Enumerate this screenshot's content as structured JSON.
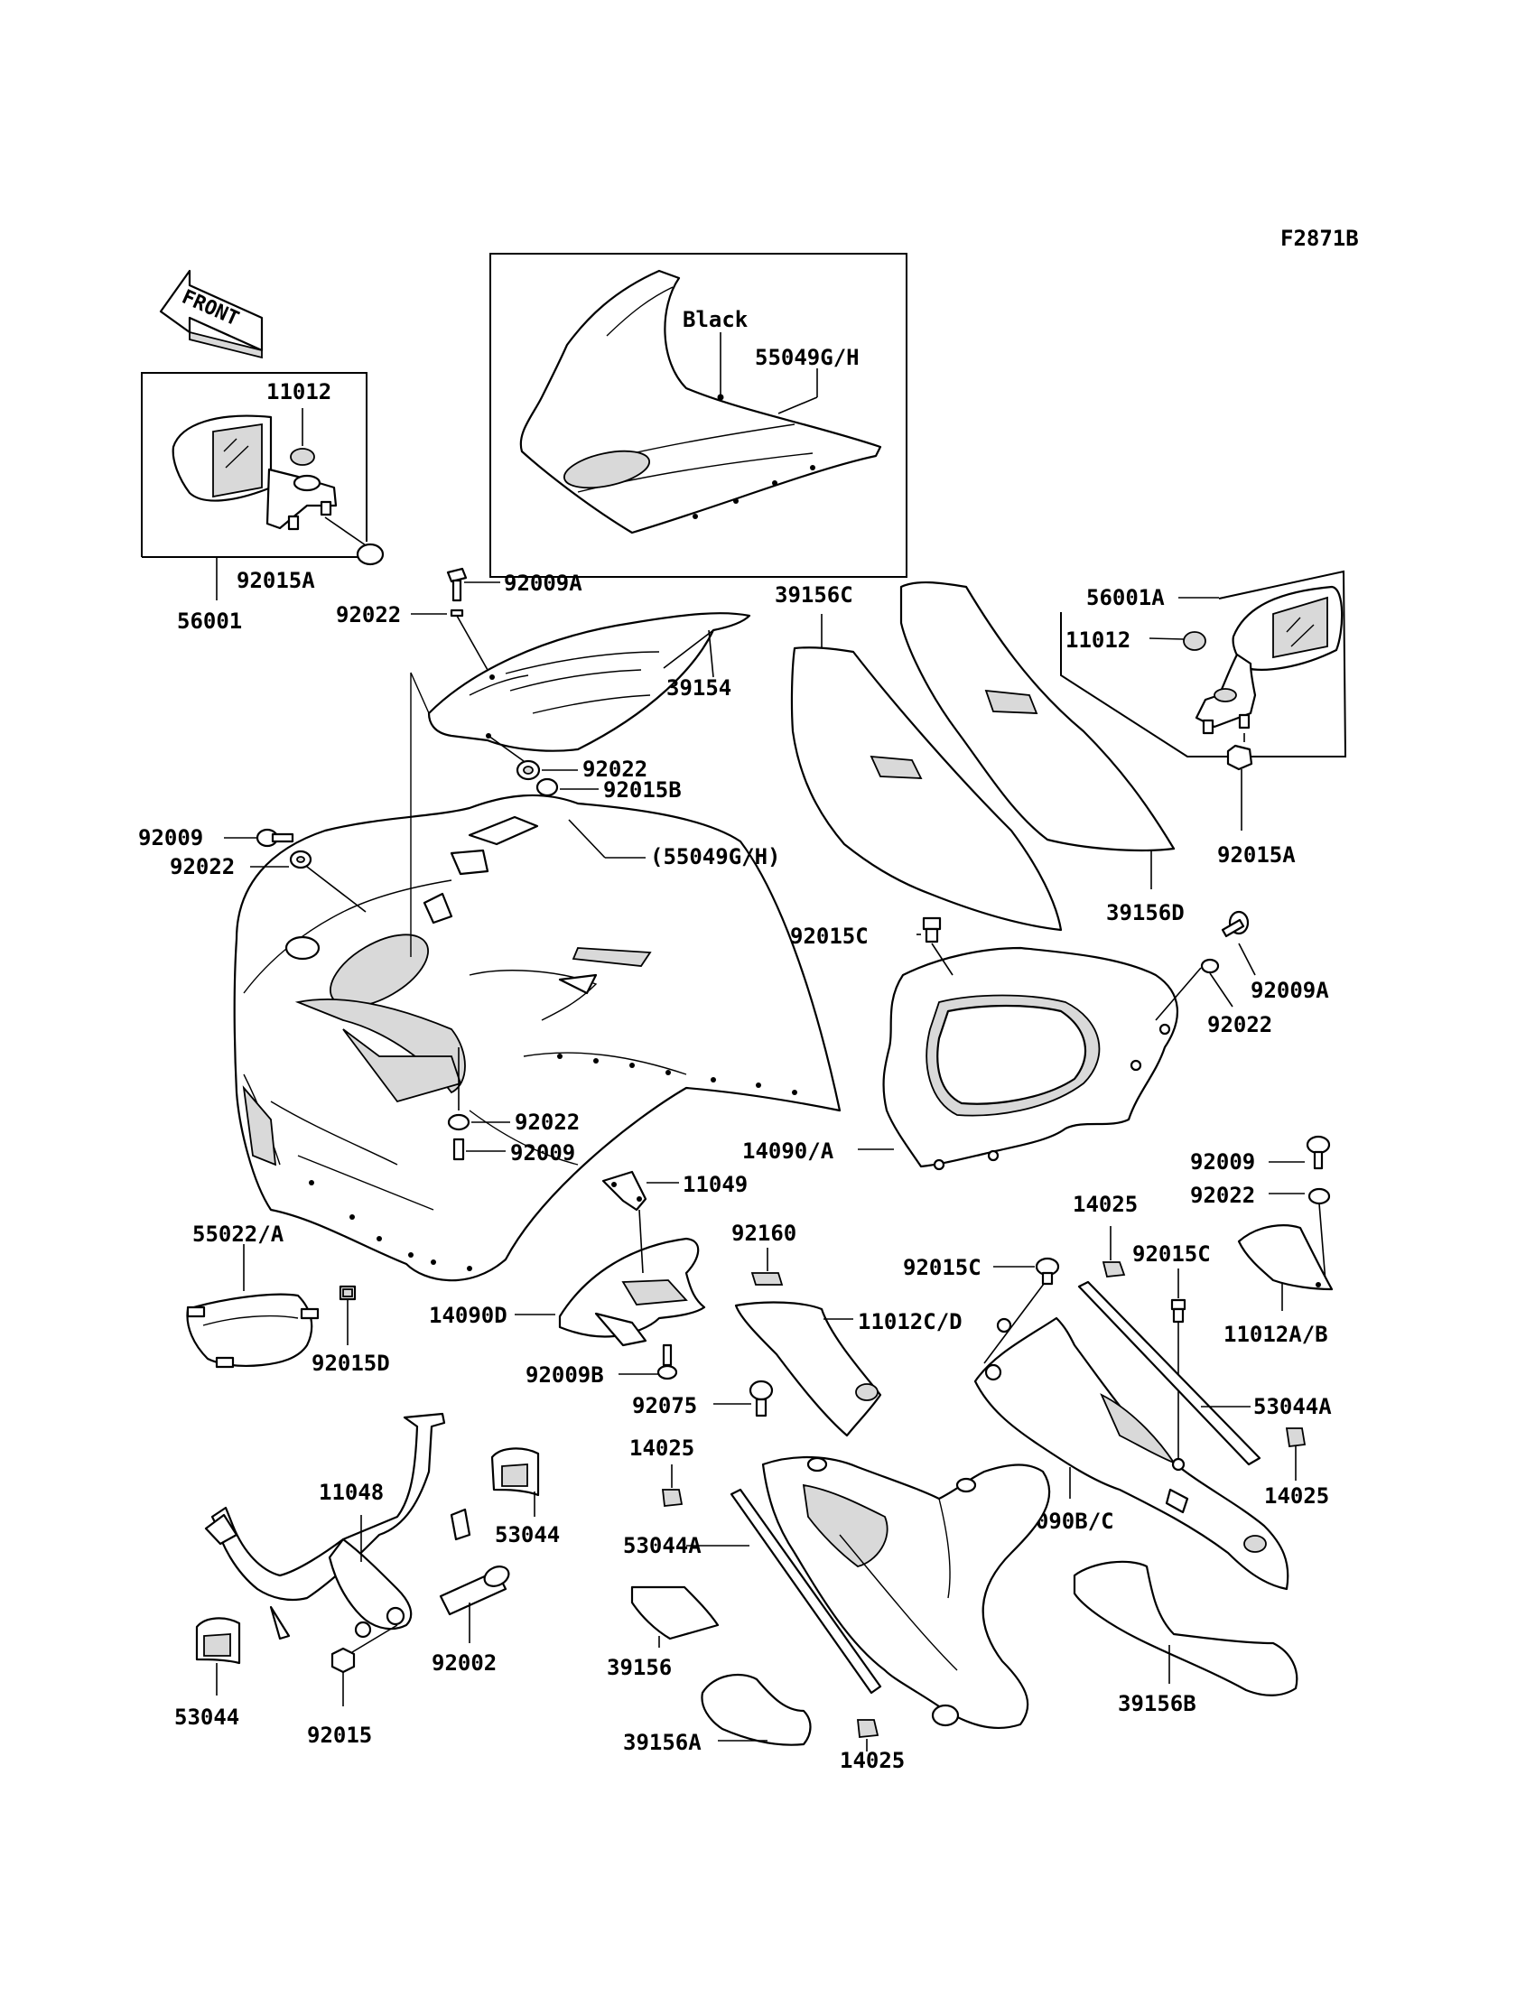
{
  "figure_code": "F2871B",
  "front_arrow": "FRONT",
  "note_black": "Black",
  "labels": {
    "p55049gh_inset": "55049G/H",
    "p11012_a": "11012",
    "p92015a_a": "92015A",
    "p56001": "56001",
    "p92009a_a": "92009A",
    "p92022_a": "92022",
    "p39154": "39154",
    "p39156c": "39156C",
    "p56001a": "56001A",
    "p11012_b": "11012",
    "p92022_b": "92022",
    "p92015b": "92015B",
    "p92009_a": "92009",
    "p92022_c": "92022",
    "p55049gh_paren": "(55049G/H)",
    "p92015a_b": "92015A",
    "p39156d": "39156D",
    "p92015c_a": "92015C",
    "p92009a_b": "92009A",
    "p92022_d": "92022",
    "p92022_e": "92022",
    "p92009_b": "92009",
    "p14090a": "14090/A",
    "p11049": "11049",
    "p92009_c": "92009",
    "p92022_f": "92022",
    "p55022a": "55022/A",
    "p92160": "92160",
    "p14025_a": "14025",
    "p92015c_b": "92015C",
    "p92015c_c": "92015C",
    "p14090d": "14090D",
    "p11012cd": "11012C/D",
    "p11012ab": "11012A/B",
    "p92015d": "92015D",
    "p92009b": "92009B",
    "p92075": "92075",
    "p53044a_a": "53044A",
    "p14025_b": "14025",
    "p14025_c": "14025",
    "p11048": "11048",
    "p53044_a": "53044",
    "p14090bc": "14090B/C",
    "p53044a_b": "53044A",
    "p92002": "92002",
    "p39156": "39156",
    "p39156b": "39156B",
    "p53044_b": "53044",
    "p92015": "92015",
    "p39156a": "39156A",
    "p14025_d": "14025"
  }
}
